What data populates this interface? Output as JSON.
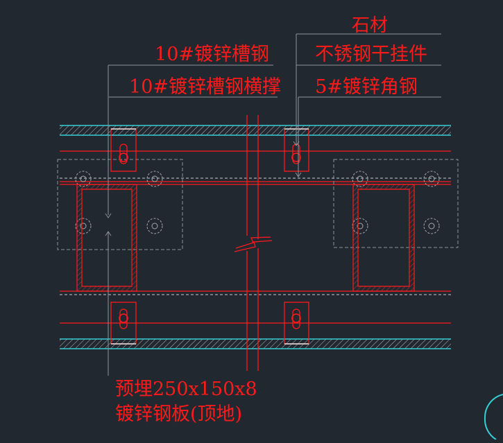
{
  "labels": {
    "stone": "石材",
    "channel": "10#镀锌槽钢",
    "hanger": "不锈钢干挂件",
    "channel_brace": "10#镀锌槽钢横撑",
    "angle": "5#镀锌角钢",
    "embed_line1": "预埋250x150x8",
    "embed_line2": "镀锌钢板(顶地)"
  },
  "colors": {
    "background": "#212830",
    "red": "#ff1a1a",
    "cyan": "#35d0d6",
    "gray": "#8f949b",
    "white": "#d8dade"
  }
}
